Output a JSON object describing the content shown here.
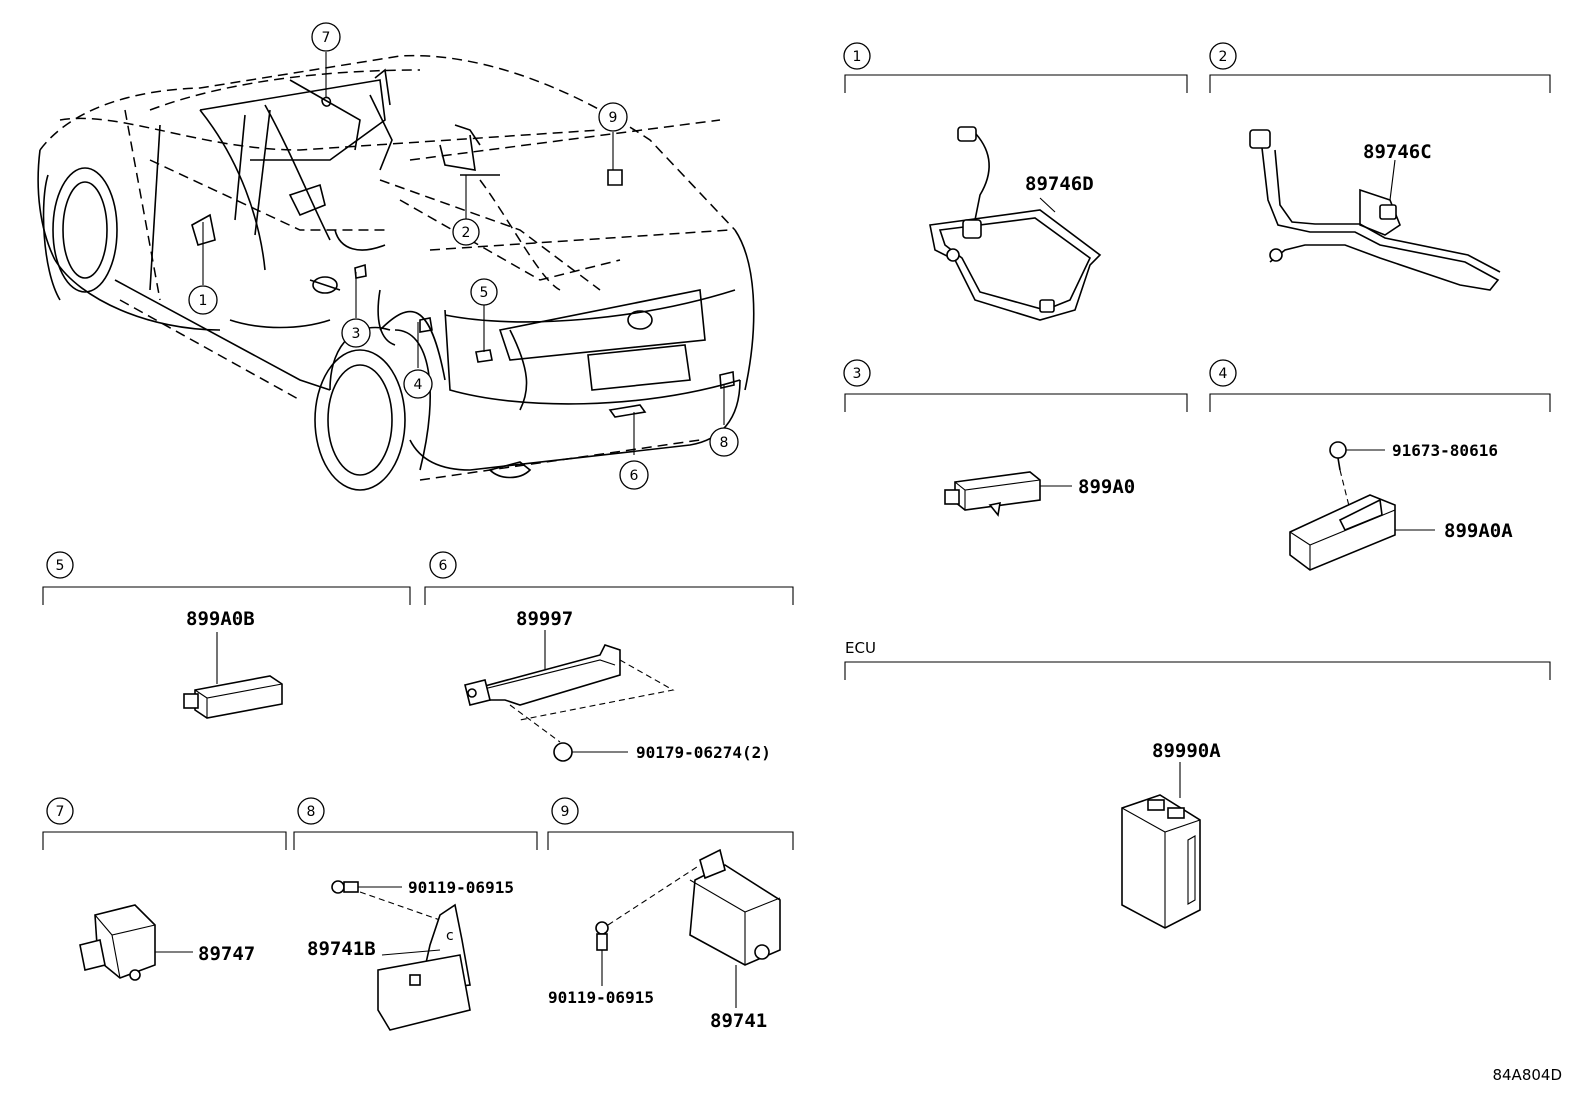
{
  "car_callouts": [
    "7",
    "9",
    "2",
    "1",
    "3",
    "5",
    "4",
    "6",
    "8"
  ],
  "sections": [
    {
      "num": "1",
      "parts": [
        "89746D"
      ]
    },
    {
      "num": "2",
      "parts": [
        "89746C"
      ]
    },
    {
      "num": "3",
      "parts": [
        "899A0"
      ]
    },
    {
      "num": "4",
      "parts": [
        "91673-80616",
        "899A0A"
      ]
    },
    {
      "num": "5",
      "parts": [
        "899A0B"
      ]
    },
    {
      "num": "6",
      "parts": [
        "89997",
        "90179-06274(2)"
      ]
    },
    {
      "num": "7",
      "parts": [
        "89747"
      ]
    },
    {
      "num": "8",
      "parts": [
        "90119-06915",
        "89741B"
      ]
    },
    {
      "num": "9",
      "parts": [
        "90119-06915",
        "89741"
      ]
    }
  ],
  "ecu": {
    "label": "ECU",
    "part": "89990A"
  },
  "diagram_code": "84A804D"
}
